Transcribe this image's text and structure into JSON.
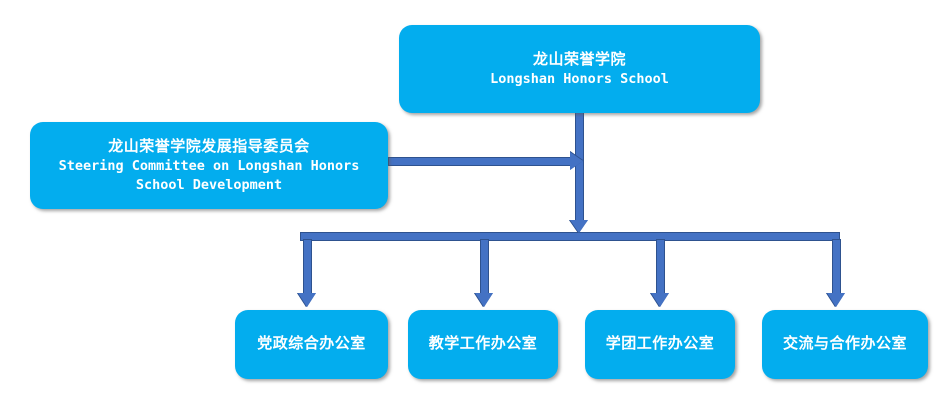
{
  "diagram": {
    "type": "organizational-chart",
    "background_color": "#FFFFFF",
    "node_fill_color": "#03ADEE",
    "node_text_color": "#FFFFFF",
    "connector_color": "#4472C4",
    "connector_border_color": "#2E528F",
    "root": {
      "cn": "龙山荣誉学院",
      "en": "Longshan Honors School"
    },
    "steering": {
      "cn": "龙山荣誉学院发展指导委员会",
      "en_line1": "Steering Committee on Longshan Honors",
      "en_line2": "School Development"
    },
    "offices": [
      {
        "cn": "党政综合办公室"
      },
      {
        "cn": "教学工作办公室"
      },
      {
        "cn": "学团工作办公室"
      },
      {
        "cn": "交流与合作办公室"
      }
    ]
  }
}
